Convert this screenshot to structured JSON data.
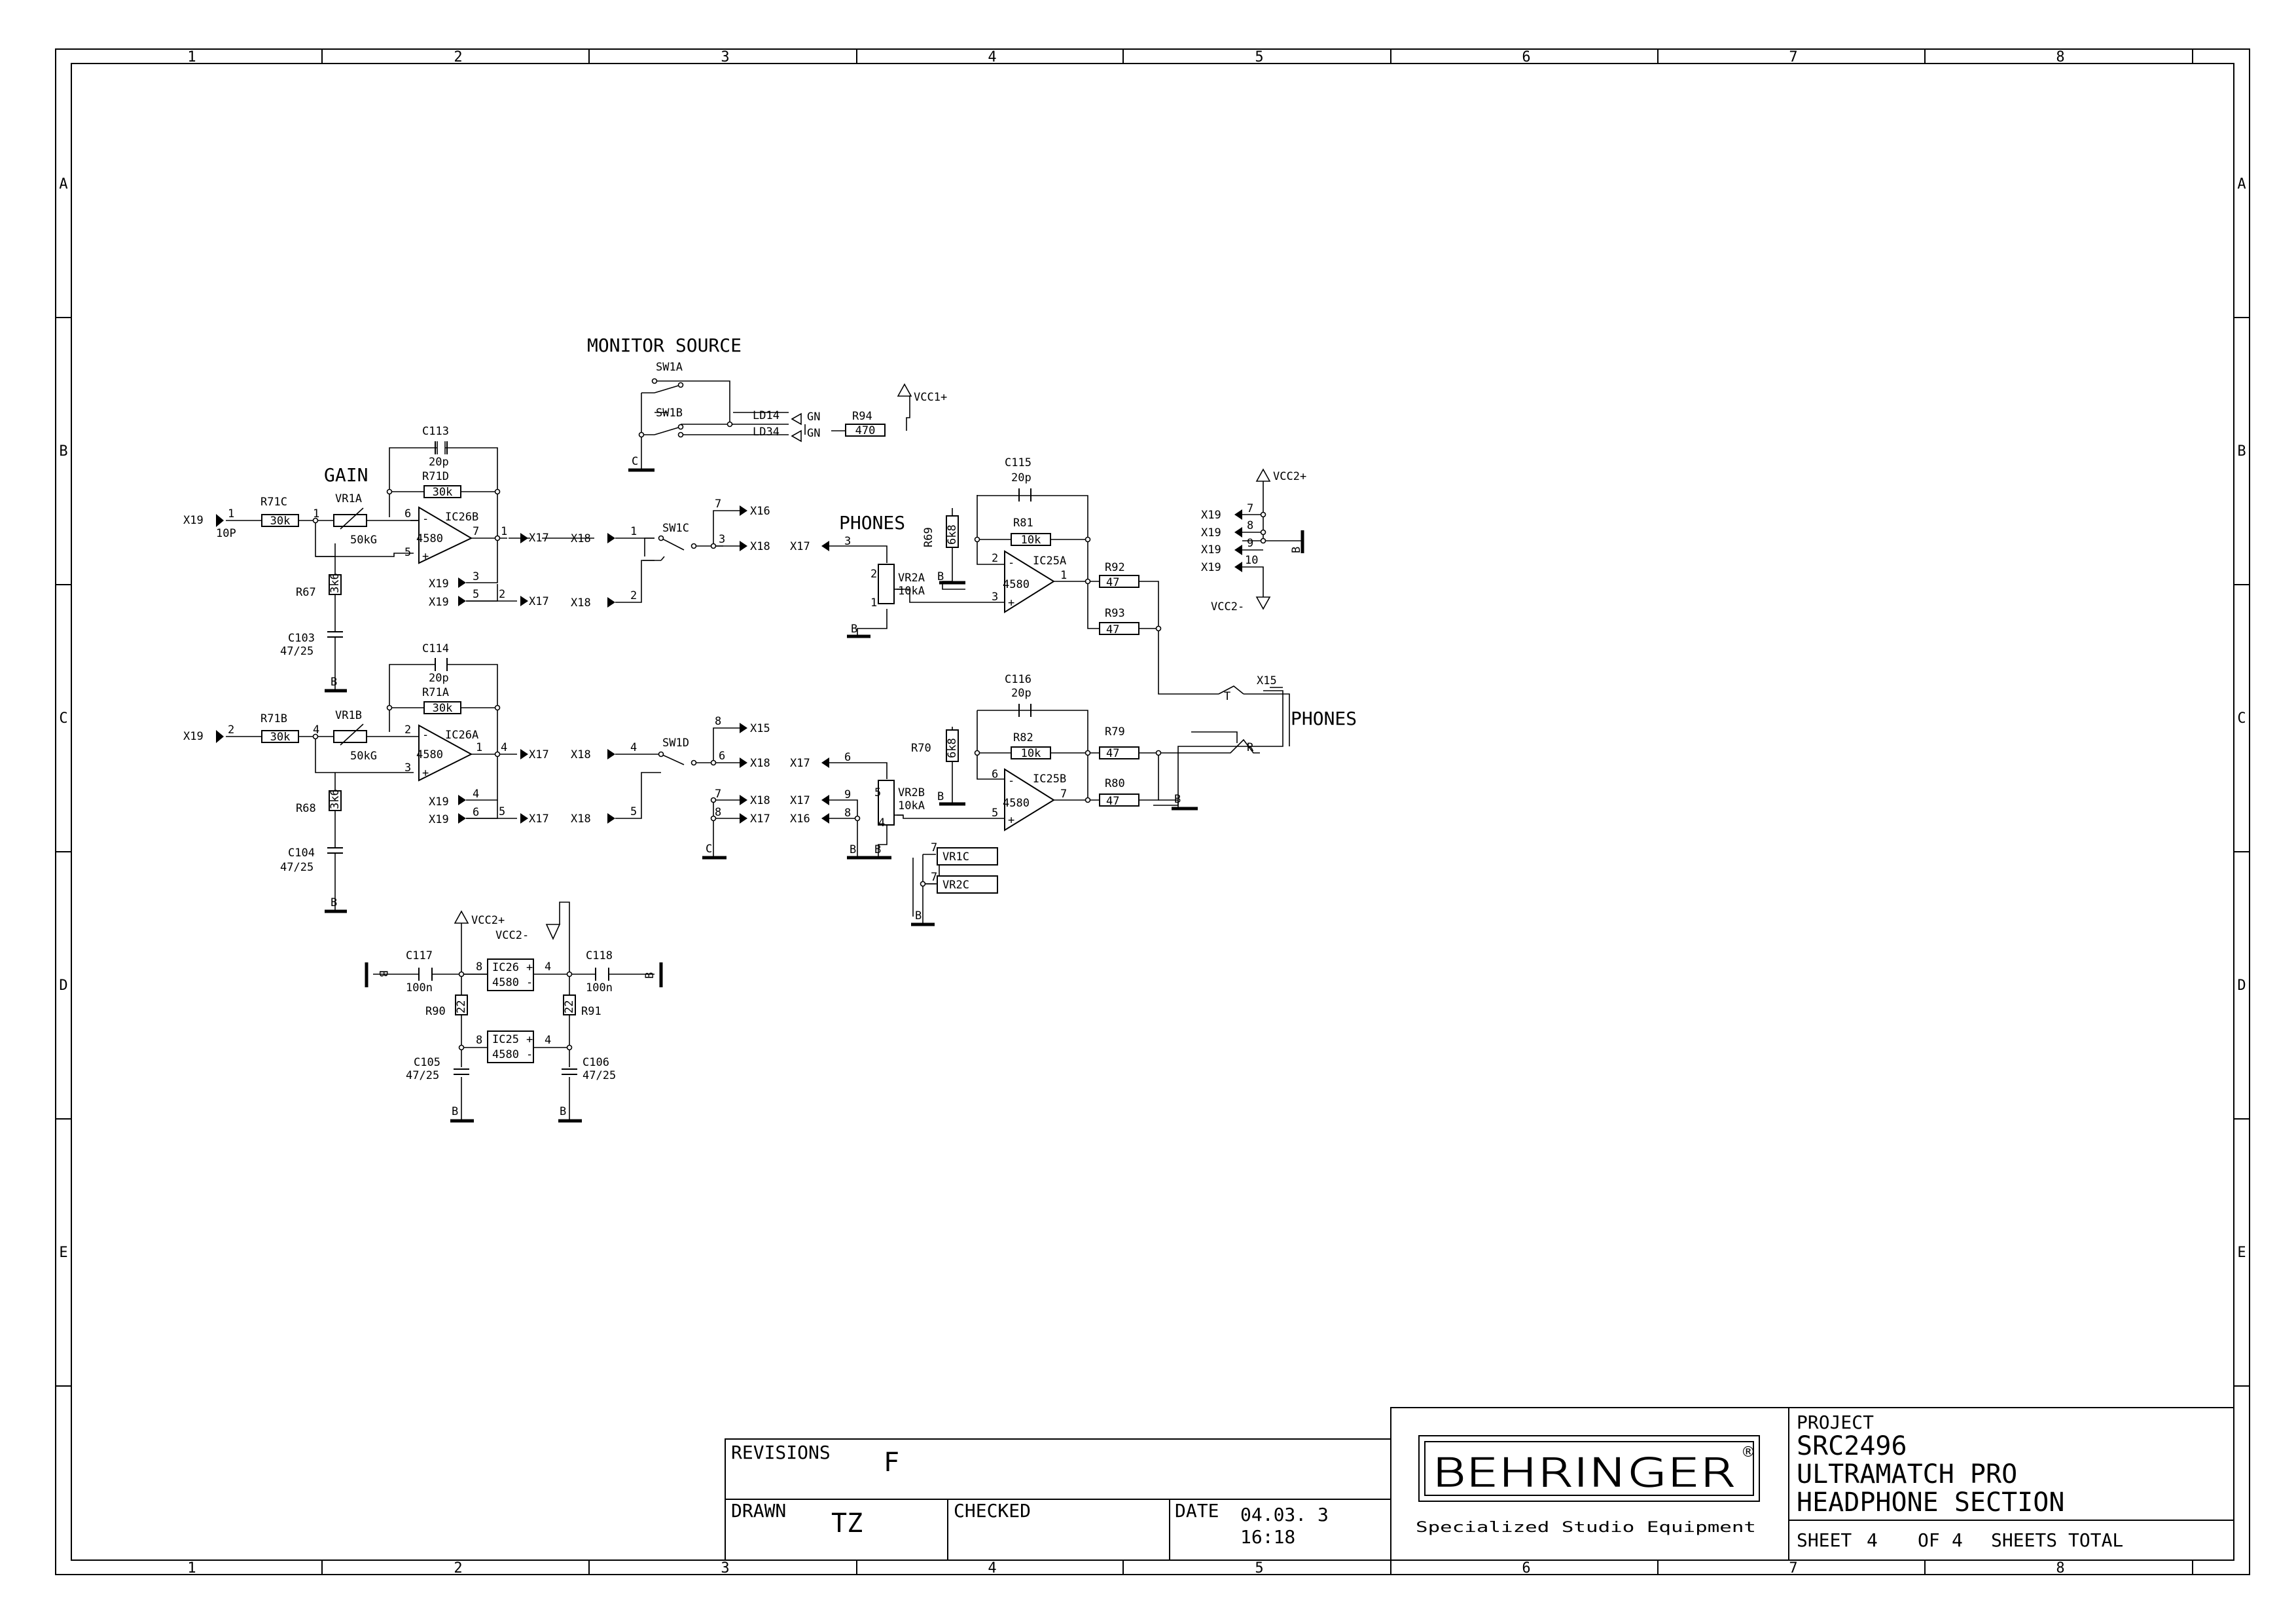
{
  "border": {
    "columns": [
      "1",
      "2",
      "3",
      "4",
      "5",
      "6",
      "7",
      "8"
    ],
    "rows": [
      "A",
      "B",
      "C",
      "D",
      "E"
    ]
  },
  "labels": {
    "monitor_source": "MONITOR SOURCE",
    "gain": "GAIN",
    "phones_left": "PHONES",
    "phones_right": "PHONES"
  },
  "parts": {
    "sw1a": "SW1A",
    "sw1b": "SW1B",
    "sw1c": "SW1C",
    "sw1d": "SW1D",
    "ld14": "LD14",
    "ld34": "LD34",
    "gn1": "GN",
    "gn2": "GN",
    "r94": "R94",
    "r94_val": "470",
    "vcc1p": "VCC1+",
    "c113": "C113",
    "c113_val": "20p",
    "r71d": "R71D",
    "r71d_val": "30k",
    "r71c": "R71C",
    "r71c_val": "30k",
    "vr1a": "VR1A",
    "vr1a_val": "50kG",
    "ic26b": "IC26B",
    "ic26b_num": "4580",
    "r67": "R67",
    "r67_val": "3k6",
    "c103": "C103",
    "c103_val": "47/25",
    "c114": "C114",
    "c114_val": "20p",
    "r71a": "R71A",
    "r71a_val": "30k",
    "r71b": "R71B",
    "r71b_val": "30k",
    "vr1b": "VR1B",
    "vr1b_val": "50kG",
    "ic26a": "IC26A",
    "ic26a_num": "4580",
    "r68": "R68",
    "r68_val": "3k6",
    "c104": "C104",
    "c104_val": "47/25",
    "c115": "C115",
    "c115_val": "20p",
    "r69": "R69",
    "r69_val": "6k8",
    "r81": "R81",
    "r81_val": "10k",
    "ic25a": "IC25A",
    "ic25a_num": "4580",
    "vr2a": "VR2A",
    "vr2a_val": "10kA",
    "r92": "R92",
    "r92_val": "47",
    "r93": "R93",
    "r93_val": "47",
    "c116": "C116",
    "c116_val": "20p",
    "r70": "R70",
    "r70_val": "6k8",
    "r82": "R82",
    "r82_val": "10k",
    "ic25b": "IC25B",
    "ic25b_num": "4580",
    "vr2b": "VR2B",
    "vr2b_val": "10kA",
    "r79": "R79",
    "r79_val": "47",
    "r80": "R80",
    "r80_val": "47",
    "vr1c": "VR1C",
    "vr2c": "VR2C",
    "x15": "X15",
    "x15_r": "X15",
    "x16a": "X16",
    "x16b": "X16",
    "c10p": "10P",
    "vcc2p_a": "VCC2+",
    "vcc2m_a": "VCC2-",
    "vcc2p_b": "VCC2+",
    "vcc2m_b": "VCC2-",
    "c117": "C117",
    "c117_val": "100n",
    "c118": "C118",
    "c118_val": "100n",
    "ic26": "IC26",
    "ic26_num": "4580",
    "ic25": "IC25",
    "ic25_num": "4580",
    "r90": "R90",
    "r90_val": "22",
    "r91": "R91",
    "r91_val": "22",
    "c105": "C105",
    "c105_val": "47/25",
    "c106": "C106",
    "c106_val": "47/25",
    "x19": "X19",
    "x17": "X17",
    "x18": "X18",
    "gnd_b": "B",
    "gnd_c": "C"
  },
  "titleblock": {
    "revisions_label": "REVISIONS",
    "revisions_value": "F",
    "drawn_label": "DRAWN",
    "drawn_value": "TZ",
    "checked_label": "CHECKED",
    "date_label": "DATE",
    "date_value": "04.03. 3",
    "time_value": "16:18",
    "brand": "BEHRINGER",
    "registered": "®",
    "tagline": "Specialized Studio Equipment",
    "project_label": "PROJECT",
    "project_code": "SRC2496",
    "project_name": "ULTRAMATCH PRO",
    "section_name": "HEADPHONE SECTION",
    "sheet_label": "SHEET",
    "sheet_number": "4",
    "of_label": "OF",
    "sheet_total": "4",
    "sheets_total_label": "SHEETS TOTAL"
  }
}
